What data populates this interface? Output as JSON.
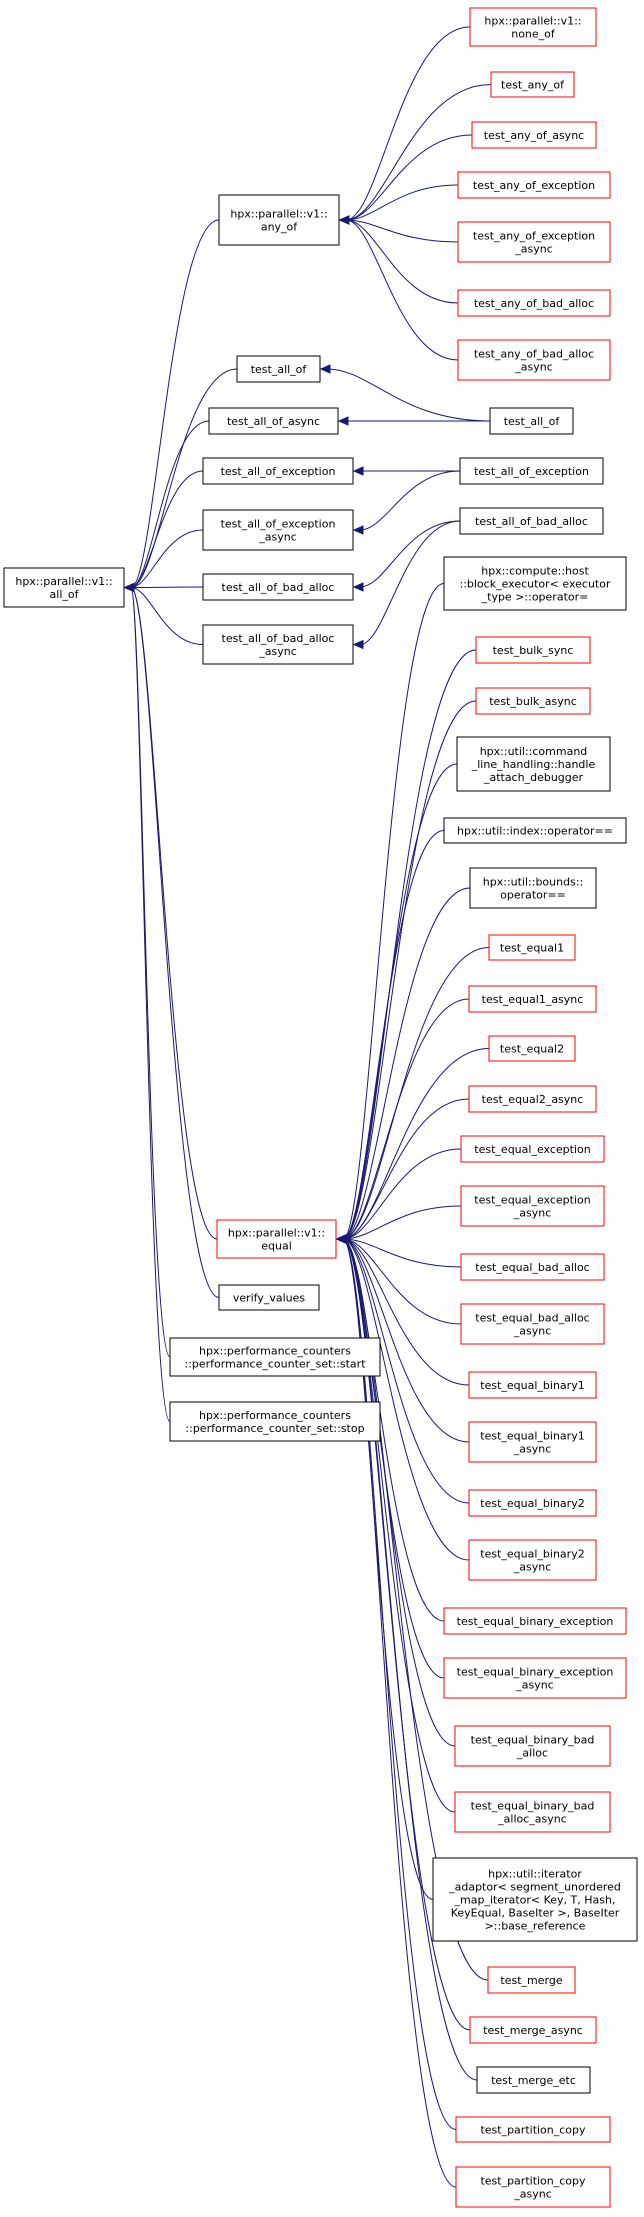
{
  "colors": {
    "edge": "#191970",
    "node_border_default": "#000000",
    "node_border_red": "#ff0000",
    "root_fill": "#bfbfbf",
    "node_fill": "#ffffff"
  },
  "nodes": {
    "all_of": {
      "lines": [
        "hpx::parallel::v1::",
        "all_of"
      ],
      "border": "black",
      "root": true
    },
    "any_of": {
      "lines": [
        "hpx::parallel::v1::",
        "any_of"
      ],
      "border": "black"
    },
    "equal": {
      "lines": [
        "hpx::parallel::v1::",
        "equal"
      ],
      "border": "red"
    },
    "none_of": {
      "lines": [
        "hpx::parallel::v1::",
        "none_of"
      ],
      "border": "red"
    },
    "test_any_of": {
      "lines": [
        "test_any_of"
      ],
      "border": "red"
    },
    "test_any_of_async": {
      "lines": [
        "test_any_of_async"
      ],
      "border": "red"
    },
    "test_any_of_exception": {
      "lines": [
        "test_any_of_exception"
      ],
      "border": "red"
    },
    "test_any_of_exception_async": {
      "lines": [
        "test_any_of_exception",
        "_async"
      ],
      "border": "red"
    },
    "test_any_of_bad_alloc": {
      "lines": [
        "test_any_of_bad_alloc"
      ],
      "border": "red"
    },
    "test_any_of_bad_alloc_async": {
      "lines": [
        "test_any_of_bad_alloc",
        "_async"
      ],
      "border": "red"
    },
    "test_all_of_1": {
      "lines": [
        "test_all_of"
      ],
      "border": "black"
    },
    "test_all_of_async": {
      "lines": [
        "test_all_of_async"
      ],
      "border": "black"
    },
    "test_all_of_exception_1": {
      "lines": [
        "test_all_of_exception"
      ],
      "border": "black"
    },
    "test_all_of_exception_async": {
      "lines": [
        "test_all_of_exception",
        "_async"
      ],
      "border": "black"
    },
    "test_all_of_bad_alloc_1": {
      "lines": [
        "test_all_of_bad_alloc"
      ],
      "border": "black"
    },
    "test_all_of_bad_alloc_async": {
      "lines": [
        "test_all_of_bad_alloc",
        "_async"
      ],
      "border": "black"
    },
    "test_all_of_2": {
      "lines": [
        "test_all_of"
      ],
      "border": "black"
    },
    "test_all_of_exception_2": {
      "lines": [
        "test_all_of_exception"
      ],
      "border": "black"
    },
    "test_all_of_bad_alloc_2": {
      "lines": [
        "test_all_of_bad_alloc"
      ],
      "border": "black"
    },
    "verify_values": {
      "lines": [
        "verify_values"
      ],
      "border": "black"
    },
    "pc_start": {
      "lines": [
        "hpx::performance_counters",
        "::performance_counter_set::start"
      ],
      "border": "black"
    },
    "pc_stop": {
      "lines": [
        "hpx::performance_counters",
        "::performance_counter_set::stop"
      ],
      "border": "black"
    },
    "block_executor": {
      "lines": [
        "hpx::compute::host",
        "::block_executor< executor",
        "_type >::operator="
      ],
      "border": "black"
    },
    "test_bulk_sync": {
      "lines": [
        "test_bulk_sync"
      ],
      "border": "red"
    },
    "test_bulk_async": {
      "lines": [
        "test_bulk_async"
      ],
      "border": "red"
    },
    "cmd_line": {
      "lines": [
        "hpx::util::command",
        "_line_handling::handle",
        "_attach_debugger"
      ],
      "border": "black"
    },
    "index_op": {
      "lines": [
        "hpx::util::index::operator=="
      ],
      "border": "black"
    },
    "bounds_op": {
      "lines": [
        "hpx::util::bounds::",
        "operator=="
      ],
      "border": "black"
    },
    "test_equal1": {
      "lines": [
        "test_equal1"
      ],
      "border": "red"
    },
    "test_equal1_async": {
      "lines": [
        "test_equal1_async"
      ],
      "border": "red"
    },
    "test_equal2": {
      "lines": [
        "test_equal2"
      ],
      "border": "red"
    },
    "test_equal2_async": {
      "lines": [
        "test_equal2_async"
      ],
      "border": "red"
    },
    "test_equal_exception": {
      "lines": [
        "test_equal_exception"
      ],
      "border": "red"
    },
    "test_equal_exception_async": {
      "lines": [
        "test_equal_exception",
        "_async"
      ],
      "border": "red"
    },
    "test_equal_bad_alloc": {
      "lines": [
        "test_equal_bad_alloc"
      ],
      "border": "red"
    },
    "test_equal_bad_alloc_async": {
      "lines": [
        "test_equal_bad_alloc",
        "_async"
      ],
      "border": "red"
    },
    "test_equal_binary1": {
      "lines": [
        "test_equal_binary1"
      ],
      "border": "red"
    },
    "test_equal_binary1_async": {
      "lines": [
        "test_equal_binary1",
        "_async"
      ],
      "border": "red"
    },
    "test_equal_binary2": {
      "lines": [
        "test_equal_binary2"
      ],
      "border": "red"
    },
    "test_equal_binary2_async": {
      "lines": [
        "test_equal_binary2",
        "_async"
      ],
      "border": "red"
    },
    "test_equal_binary_exception": {
      "lines": [
        "test_equal_binary_exception"
      ],
      "border": "red"
    },
    "test_equal_binary_exception_async": {
      "lines": [
        "test_equal_binary_exception",
        "_async"
      ],
      "border": "red"
    },
    "test_equal_binary_bad_alloc": {
      "lines": [
        "test_equal_binary_bad",
        "_alloc"
      ],
      "border": "red"
    },
    "test_equal_binary_bad_alloc_async": {
      "lines": [
        "test_equal_binary_bad",
        "_alloc_async"
      ],
      "border": "red"
    },
    "iterator_adaptor": {
      "lines": [
        "hpx::util::iterator",
        "_adaptor< segment_unordered",
        "_map_iterator< Key, T, Hash,",
        "KeyEqual, BaseIter >, BaseIter",
        ">::base_reference"
      ],
      "border": "black"
    },
    "test_merge": {
      "lines": [
        "test_merge"
      ],
      "border": "red"
    },
    "test_merge_async": {
      "lines": [
        "test_merge_async"
      ],
      "border": "red"
    },
    "test_merge_etc": {
      "lines": [
        "test_merge_etc"
      ],
      "border": "black"
    },
    "test_partition_copy": {
      "lines": [
        "test_partition_copy"
      ],
      "border": "red"
    },
    "test_partition_copy_async": {
      "lines": [
        "test_partition_copy",
        "_async"
      ],
      "border": "red"
    }
  },
  "edges": [
    [
      "none_of",
      "any_of"
    ],
    [
      "test_any_of",
      "any_of"
    ],
    [
      "test_any_of_async",
      "any_of"
    ],
    [
      "test_any_of_exception",
      "any_of"
    ],
    [
      "test_any_of_exception_async",
      "any_of"
    ],
    [
      "test_any_of_bad_alloc",
      "any_of"
    ],
    [
      "test_any_of_bad_alloc_async",
      "any_of"
    ],
    [
      "test_all_of_2",
      "test_all_of_1"
    ],
    [
      "test_all_of_2",
      "test_all_of_async"
    ],
    [
      "test_all_of_exception_2",
      "test_all_of_exception_1"
    ],
    [
      "test_all_of_exception_2",
      "test_all_of_exception_async"
    ],
    [
      "test_all_of_bad_alloc_2",
      "test_all_of_bad_alloc_1"
    ],
    [
      "test_all_of_bad_alloc_2",
      "test_all_of_bad_alloc_async"
    ],
    [
      "any_of",
      "all_of"
    ],
    [
      "test_all_of_1",
      "all_of"
    ],
    [
      "test_all_of_async",
      "all_of"
    ],
    [
      "test_all_of_exception_1",
      "all_of"
    ],
    [
      "test_all_of_exception_async",
      "all_of"
    ],
    [
      "test_all_of_bad_alloc_1",
      "all_of"
    ],
    [
      "test_all_of_bad_alloc_async",
      "all_of"
    ],
    [
      "equal",
      "all_of"
    ],
    [
      "verify_values",
      "all_of"
    ],
    [
      "pc_start",
      "all_of"
    ],
    [
      "pc_stop",
      "all_of"
    ],
    [
      "block_executor",
      "equal"
    ],
    [
      "test_bulk_sync",
      "equal"
    ],
    [
      "test_bulk_async",
      "equal"
    ],
    [
      "cmd_line",
      "equal"
    ],
    [
      "index_op",
      "equal"
    ],
    [
      "bounds_op",
      "equal"
    ],
    [
      "test_equal1",
      "equal"
    ],
    [
      "test_equal1_async",
      "equal"
    ],
    [
      "test_equal2",
      "equal"
    ],
    [
      "test_equal2_async",
      "equal"
    ],
    [
      "test_equal_exception",
      "equal"
    ],
    [
      "test_equal_exception_async",
      "equal"
    ],
    [
      "test_equal_bad_alloc",
      "equal"
    ],
    [
      "test_equal_bad_alloc_async",
      "equal"
    ],
    [
      "test_equal_binary1",
      "equal"
    ],
    [
      "test_equal_binary1_async",
      "equal"
    ],
    [
      "test_equal_binary2",
      "equal"
    ],
    [
      "test_equal_binary2_async",
      "equal"
    ],
    [
      "test_equal_binary_exception",
      "equal"
    ],
    [
      "test_equal_binary_exception_async",
      "equal"
    ],
    [
      "test_equal_binary_bad_alloc",
      "equal"
    ],
    [
      "test_equal_binary_bad_alloc_async",
      "equal"
    ],
    [
      "iterator_adaptor",
      "equal"
    ],
    [
      "test_merge",
      "equal"
    ],
    [
      "test_merge_async",
      "equal"
    ],
    [
      "test_merge_etc",
      "equal"
    ],
    [
      "test_partition_copy",
      "equal"
    ],
    [
      "test_partition_copy_async",
      "equal"
    ]
  ]
}
